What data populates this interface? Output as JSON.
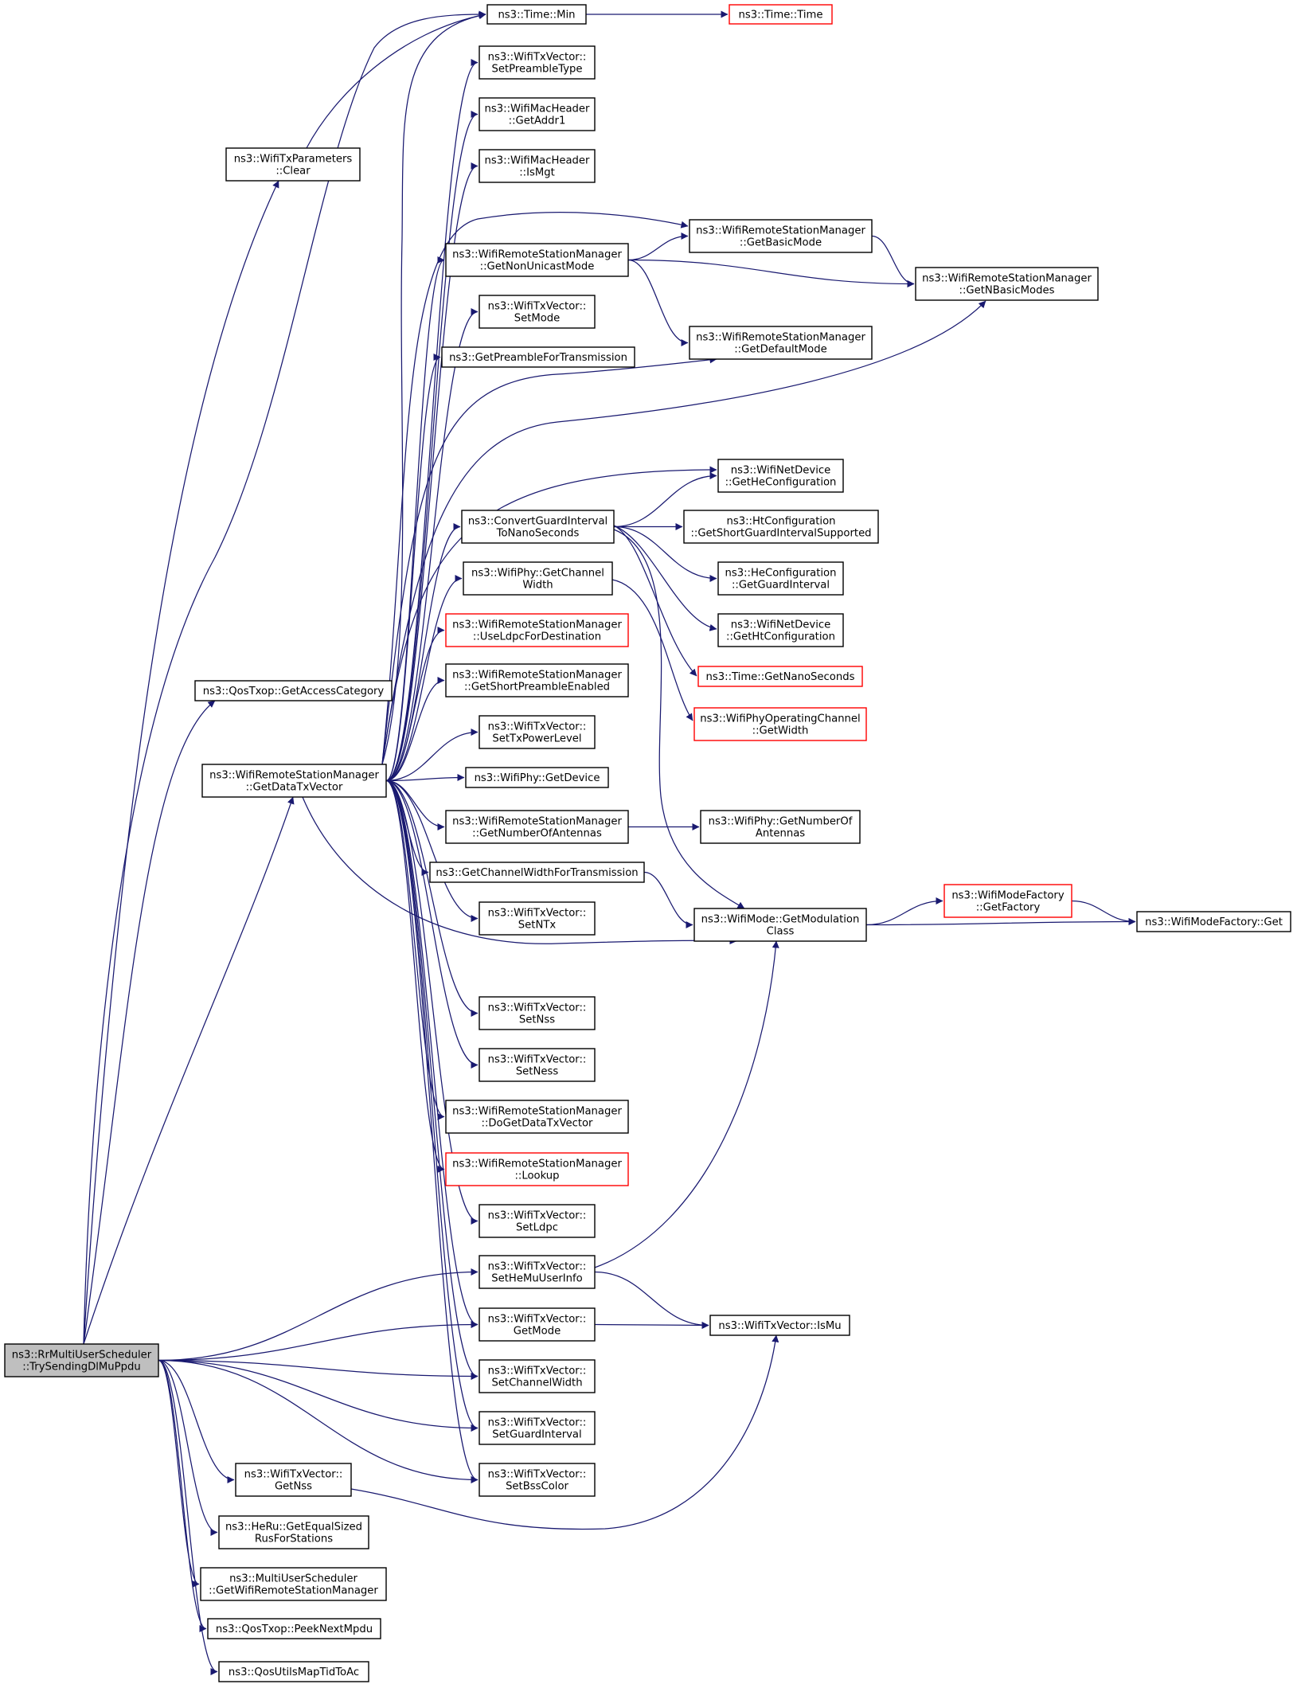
{
  "colors": {
    "edge": "#191970",
    "node_border": "#000000",
    "truncated_node_border": "#ff0000",
    "root_fill": "#bfbfbf",
    "background": "#ffffff"
  },
  "nodes": {
    "root": {
      "lines": [
        "ns3::RrMultiUserScheduler",
        "::TrySendingDlMuPpdu"
      ],
      "truncated": false
    },
    "time_min": {
      "lines": [
        "ns3::Time::Min"
      ],
      "truncated": false
    },
    "time_time": {
      "lines": [
        "ns3::Time::Time"
      ],
      "truncated": true
    },
    "txparams_clear": {
      "lines": [
        "ns3::WifiTxParameters",
        "::Clear"
      ],
      "truncated": false
    },
    "set_preamble_type": {
      "lines": [
        "ns3::WifiTxVector::",
        "SetPreambleType"
      ],
      "truncated": false
    },
    "get_addr1": {
      "lines": [
        "ns3::WifiMacHeader",
        "::GetAddr1"
      ],
      "truncated": false
    },
    "is_mgt": {
      "lines": [
        "ns3::WifiMacHeader",
        "::IsMgt"
      ],
      "truncated": false
    },
    "get_basic_mode": {
      "lines": [
        "ns3::WifiRemoteStationManager",
        "::GetBasicMode"
      ],
      "truncated": false
    },
    "get_non_unicast_mode": {
      "lines": [
        "ns3::WifiRemoteStationManager",
        "::GetNonUnicastMode"
      ],
      "truncated": false
    },
    "get_n_basic_modes": {
      "lines": [
        "ns3::WifiRemoteStationManager",
        "::GetNBasicModes"
      ],
      "truncated": false
    },
    "set_mode": {
      "lines": [
        "ns3::WifiTxVector::",
        "SetMode"
      ],
      "truncated": false
    },
    "get_default_mode": {
      "lines": [
        "ns3::WifiRemoteStationManager",
        "::GetDefaultMode"
      ],
      "truncated": false
    },
    "get_preamble_for_tx": {
      "lines": [
        "ns3::GetPreambleForTransmission"
      ],
      "truncated": false
    },
    "get_he_configuration": {
      "lines": [
        "ns3::WifiNetDevice",
        "::GetHeConfiguration"
      ],
      "truncated": false
    },
    "convert_guard_interval": {
      "lines": [
        "ns3::ConvertGuardInterval",
        "ToNanoSeconds"
      ],
      "truncated": false
    },
    "get_short_gi_supported": {
      "lines": [
        "ns3::HtConfiguration",
        "::GetShortGuardIntervalSupported"
      ],
      "truncated": false
    },
    "get_guard_interval": {
      "lines": [
        "ns3::HeConfiguration",
        "::GetGuardInterval"
      ],
      "truncated": false
    },
    "phy_get_channel_width": {
      "lines": [
        "ns3::WifiPhy::GetChannel",
        "Width"
      ],
      "truncated": false
    },
    "get_ht_configuration": {
      "lines": [
        "ns3::WifiNetDevice",
        "::GetHtConfiguration"
      ],
      "truncated": false
    },
    "use_ldpc_for_destination": {
      "lines": [
        "ns3::WifiRemoteStationManager",
        "::UseLdpcForDestination"
      ],
      "truncated": true
    },
    "get_nano_seconds": {
      "lines": [
        "ns3::Time::GetNanoSeconds"
      ],
      "truncated": true
    },
    "qos_get_access_category": {
      "lines": [
        "ns3::QosTxop::GetAccessCategory"
      ],
      "truncated": false
    },
    "get_short_preamble_enabled": {
      "lines": [
        "ns3::WifiRemoteStationManager",
        "::GetShortPreambleEnabled"
      ],
      "truncated": false
    },
    "operating_channel_get_width": {
      "lines": [
        "ns3::WifiPhyOperatingChannel",
        "::GetWidth"
      ],
      "truncated": true
    },
    "set_tx_power_level": {
      "lines": [
        "ns3::WifiTxVector::",
        "SetTxPowerLevel"
      ],
      "truncated": false
    },
    "get_data_tx_vector": {
      "lines": [
        "ns3::WifiRemoteStationManager",
        "::GetDataTxVector"
      ],
      "truncated": false
    },
    "phy_get_device": {
      "lines": [
        "ns3::WifiPhy::GetDevice"
      ],
      "truncated": false
    },
    "get_number_of_antennas": {
      "lines": [
        "ns3::WifiRemoteStationManager",
        "::GetNumberOfAntennas"
      ],
      "truncated": false
    },
    "phy_get_number_of_antennas": {
      "lines": [
        "ns3::WifiPhy::GetNumberOf",
        "Antennas"
      ],
      "truncated": false
    },
    "get_channel_width_for_tx": {
      "lines": [
        "ns3::GetChannelWidthForTransmission"
      ],
      "truncated": false
    },
    "mode_factory_get_factory": {
      "lines": [
        "ns3::WifiModeFactory",
        "::GetFactory"
      ],
      "truncated": true
    },
    "set_ntx": {
      "lines": [
        "ns3::WifiTxVector::",
        "SetNTx"
      ],
      "truncated": false
    },
    "get_modulation_class": {
      "lines": [
        "ns3::WifiMode::GetModulation",
        "Class"
      ],
      "truncated": false
    },
    "mode_factory_get": {
      "lines": [
        "ns3::WifiModeFactory::Get"
      ],
      "truncated": false
    },
    "set_nss": {
      "lines": [
        "ns3::WifiTxVector::",
        "SetNss"
      ],
      "truncated": false
    },
    "set_ness": {
      "lines": [
        "ns3::WifiTxVector::",
        "SetNess"
      ],
      "truncated": false
    },
    "do_get_data_tx_vector": {
      "lines": [
        "ns3::WifiRemoteStationManager",
        "::DoGetDataTxVector"
      ],
      "truncated": false
    },
    "lookup": {
      "lines": [
        "ns3::WifiRemoteStationManager",
        "::Lookup"
      ],
      "truncated": true
    },
    "set_ldpc": {
      "lines": [
        "ns3::WifiTxVector::",
        "SetLdpc"
      ],
      "truncated": false
    },
    "set_he_mu_user_info": {
      "lines": [
        "ns3::WifiTxVector::",
        "SetHeMuUserInfo"
      ],
      "truncated": false
    },
    "get_mode": {
      "lines": [
        "ns3::WifiTxVector::",
        "GetMode"
      ],
      "truncated": false
    },
    "is_mu": {
      "lines": [
        "ns3::WifiTxVector::IsMu"
      ],
      "truncated": false
    },
    "set_channel_width": {
      "lines": [
        "ns3::WifiTxVector::",
        "SetChannelWidth"
      ],
      "truncated": false
    },
    "set_guard_interval": {
      "lines": [
        "ns3::WifiTxVector::",
        "SetGuardInterval"
      ],
      "truncated": false
    },
    "get_nss": {
      "lines": [
        "ns3::WifiTxVector::",
        "GetNss"
      ],
      "truncated": false
    },
    "set_bss_color": {
      "lines": [
        "ns3::WifiTxVector::",
        "SetBssColor"
      ],
      "truncated": false
    },
    "get_equal_sized_rus": {
      "lines": [
        "ns3::HeRu::GetEqualSized",
        "RusForStations"
      ],
      "truncated": false
    },
    "get_wifi_remote_station_manager": {
      "lines": [
        "ns3::MultiUserScheduler",
        "::GetWifiRemoteStationManager"
      ],
      "truncated": false
    },
    "peek_next_mpdu": {
      "lines": [
        "ns3::QosTxop::PeekNextMpdu"
      ],
      "truncated": false
    },
    "map_tid_to_ac": {
      "lines": [
        "ns3::QosUtilsMapTidToAc"
      ],
      "truncated": false
    }
  },
  "edges": [
    [
      "root",
      "txparams_clear"
    ],
    [
      "root",
      "qos_get_access_category"
    ],
    [
      "root",
      "get_data_tx_vector"
    ],
    [
      "root",
      "set_he_mu_user_info"
    ],
    [
      "root",
      "get_mode"
    ],
    [
      "root",
      "set_channel_width"
    ],
    [
      "root",
      "set_guard_interval"
    ],
    [
      "root",
      "set_bss_color"
    ],
    [
      "root",
      "get_nss"
    ],
    [
      "root",
      "get_equal_sized_rus"
    ],
    [
      "root",
      "get_wifi_remote_station_manager"
    ],
    [
      "root",
      "peek_next_mpdu"
    ],
    [
      "root",
      "map_tid_to_ac"
    ],
    [
      "root",
      "time_min"
    ],
    [
      "txparams_clear",
      "time_min"
    ],
    [
      "time_min",
      "time_time"
    ],
    [
      "get_data_tx_vector",
      "time_min"
    ],
    [
      "get_data_tx_vector",
      "set_preamble_type"
    ],
    [
      "get_data_tx_vector",
      "get_addr1"
    ],
    [
      "get_data_tx_vector",
      "is_mgt"
    ],
    [
      "get_data_tx_vector",
      "get_basic_mode"
    ],
    [
      "get_data_tx_vector",
      "get_non_unicast_mode"
    ],
    [
      "get_data_tx_vector",
      "set_mode"
    ],
    [
      "get_data_tx_vector",
      "get_preamble_for_tx"
    ],
    [
      "get_data_tx_vector",
      "get_default_mode"
    ],
    [
      "get_data_tx_vector",
      "get_n_basic_modes"
    ],
    [
      "get_data_tx_vector",
      "get_he_configuration"
    ],
    [
      "get_data_tx_vector",
      "convert_guard_interval"
    ],
    [
      "get_data_tx_vector",
      "phy_get_channel_width"
    ],
    [
      "get_data_tx_vector",
      "use_ldpc_for_destination"
    ],
    [
      "get_data_tx_vector",
      "get_short_preamble_enabled"
    ],
    [
      "get_data_tx_vector",
      "set_tx_power_level"
    ],
    [
      "get_data_tx_vector",
      "phy_get_device"
    ],
    [
      "get_data_tx_vector",
      "get_number_of_antennas"
    ],
    [
      "get_data_tx_vector",
      "get_channel_width_for_tx"
    ],
    [
      "get_data_tx_vector",
      "set_ntx"
    ],
    [
      "get_data_tx_vector",
      "get_modulation_class"
    ],
    [
      "get_data_tx_vector",
      "set_nss"
    ],
    [
      "get_data_tx_vector",
      "set_ness"
    ],
    [
      "get_data_tx_vector",
      "do_get_data_tx_vector"
    ],
    [
      "get_data_tx_vector",
      "lookup"
    ],
    [
      "get_data_tx_vector",
      "set_ldpc"
    ],
    [
      "get_data_tx_vector",
      "get_mode"
    ],
    [
      "get_data_tx_vector",
      "set_channel_width"
    ],
    [
      "get_data_tx_vector",
      "set_guard_interval"
    ],
    [
      "get_data_tx_vector",
      "set_bss_color"
    ],
    [
      "get_non_unicast_mode",
      "get_basic_mode"
    ],
    [
      "get_non_unicast_mode",
      "get_n_basic_modes"
    ],
    [
      "get_non_unicast_mode",
      "get_default_mode"
    ],
    [
      "get_basic_mode",
      "get_n_basic_modes"
    ],
    [
      "convert_guard_interval",
      "get_he_configuration"
    ],
    [
      "convert_guard_interval",
      "get_short_gi_supported"
    ],
    [
      "convert_guard_interval",
      "get_guard_interval"
    ],
    [
      "convert_guard_interval",
      "get_ht_configuration"
    ],
    [
      "convert_guard_interval",
      "get_nano_seconds"
    ],
    [
      "convert_guard_interval",
      "get_modulation_class"
    ],
    [
      "phy_get_channel_width",
      "operating_channel_get_width"
    ],
    [
      "get_number_of_antennas",
      "phy_get_number_of_antennas"
    ],
    [
      "get_channel_width_for_tx",
      "get_modulation_class"
    ],
    [
      "get_modulation_class",
      "mode_factory_get_factory"
    ],
    [
      "get_modulation_class",
      "mode_factory_get"
    ],
    [
      "mode_factory_get_factory",
      "mode_factory_get"
    ],
    [
      "set_he_mu_user_info",
      "get_modulation_class"
    ],
    [
      "set_he_mu_user_info",
      "is_mu"
    ],
    [
      "get_mode",
      "is_mu"
    ],
    [
      "get_nss",
      "is_mu"
    ]
  ]
}
